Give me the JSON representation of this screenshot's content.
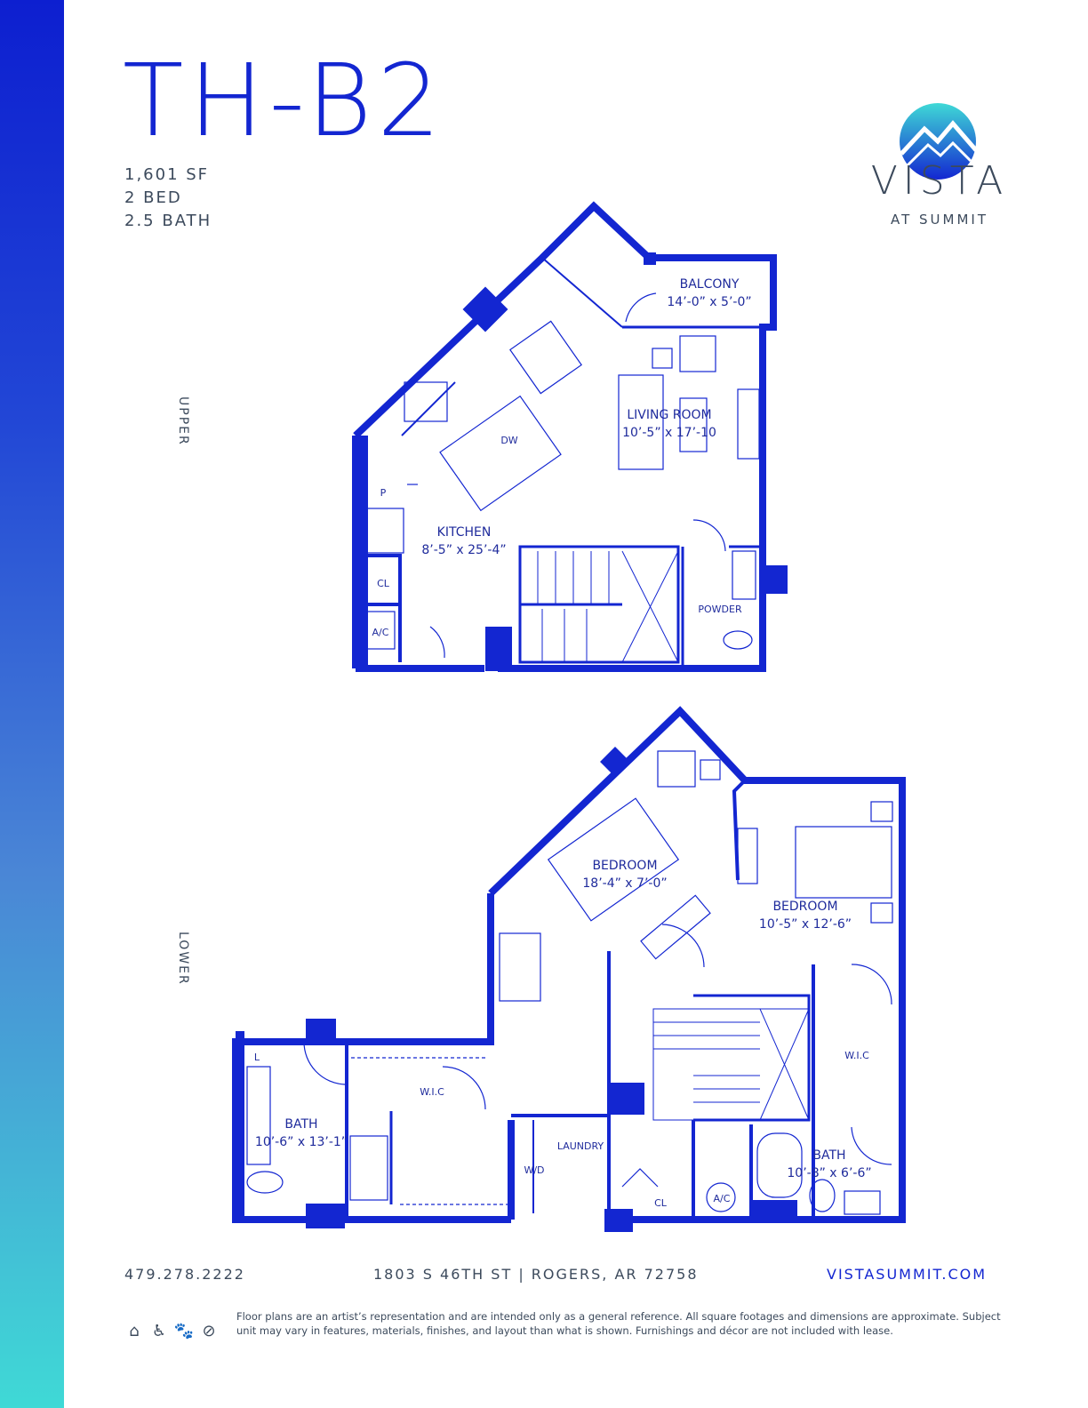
{
  "header": {
    "unit": "TH-B2",
    "sqft": "1,601 SF",
    "beds": "2 BED",
    "baths": "2.5 BATH"
  },
  "brand": {
    "name": "VISTA",
    "sub": "AT SUMMIT"
  },
  "levels": {
    "upper": "UPPER",
    "lower": "LOWER"
  },
  "upper_rooms": {
    "balcony": "BALCONY",
    "balcony_dim": "14’-0” x 5’-0”",
    "living": "LIVING ROOM",
    "living_dim": "10’-5” x 17’-10",
    "dw": "DW",
    "pantry": "P",
    "kitchen": "KITCHEN",
    "kitchen_dim": "8’-5” x 25’-4”",
    "closet": "CL",
    "ac": "A/C",
    "powder": "POWDER"
  },
  "lower_rooms": {
    "bedroom1": "BEDROOM",
    "bedroom1_dim": "18’-4” x 7’-0”",
    "bedroom2": "BEDROOM",
    "bedroom2_dim": "10’-5” x 12’-6”",
    "wic1": "W.I.C",
    "wic2": "W.I.C",
    "linen": "L",
    "bath1": "BATH",
    "bath1_dim": "10’-6” x 13’-1”",
    "laundry": "LAUNDRY",
    "wd": "W/D",
    "closet": "CL",
    "ac": "A/C",
    "bath2": "BATH",
    "bath2_dim": "10’-8” x 6’-6”"
  },
  "footer": {
    "phone": "479.278.2222",
    "address": "1803 S 46TH ST | ROGERS, AR 72758",
    "website": "VISTASUMMIT.COM",
    "disclaimer": "Floor plans are an artist’s representation and are intended only as a general reference. All square footages and dimensions are approximate. Subject unit may vary in features, materials, finishes, and layout than what is shown. Furnishings and décor are not included with lease."
  },
  "icons": [
    "equal-housing-icon",
    "accessible-icon",
    "pet-friendly-icon",
    "no-smoking-icon"
  ],
  "colors": {
    "accent": "#1326d1",
    "text": "#3c4a5c",
    "plan": "#1326d1"
  }
}
